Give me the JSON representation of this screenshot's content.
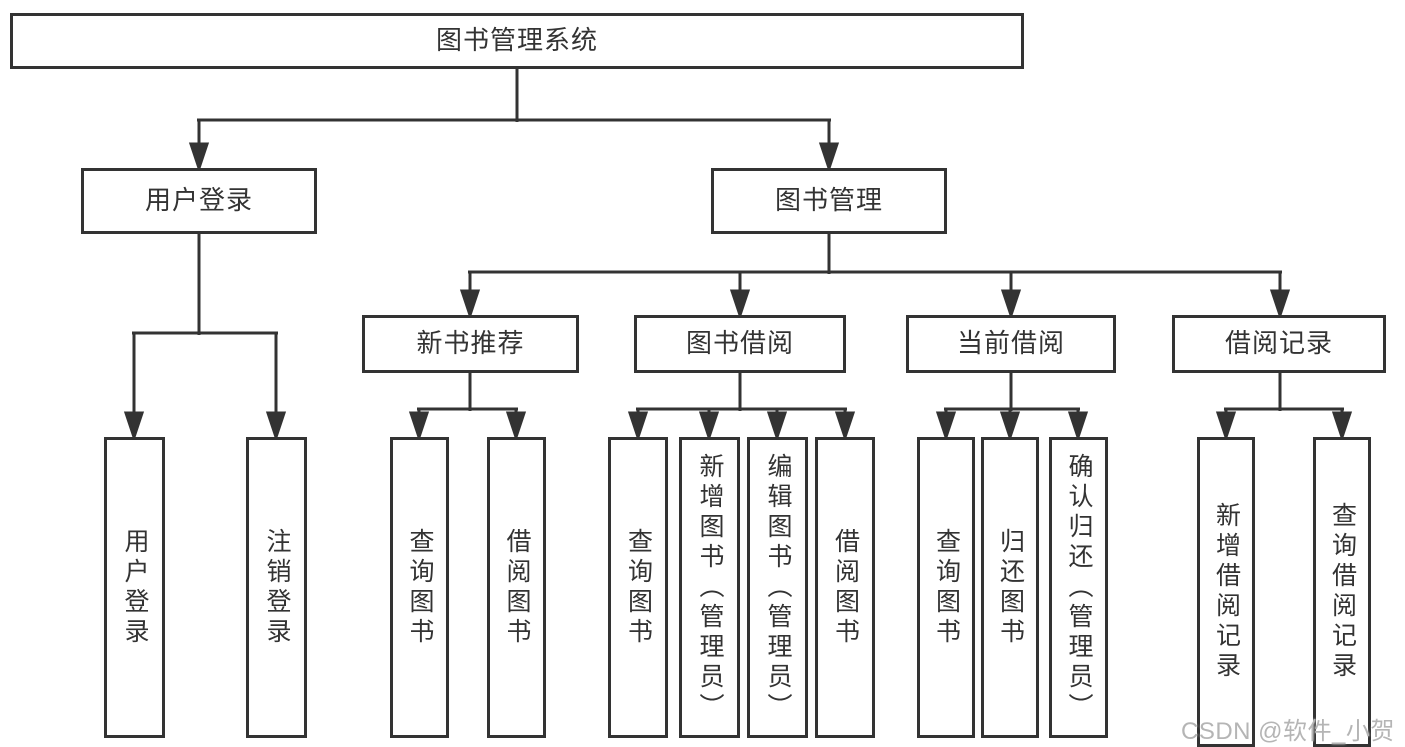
{
  "tree": {
    "label": "图书管理系统",
    "children": [
      {
        "label": "用户登录",
        "children": [
          {
            "label": "用户登录"
          },
          {
            "label": "注销登录"
          }
        ]
      },
      {
        "label": "图书管理",
        "children": [
          {
            "label": "新书推荐",
            "children": [
              {
                "label": "查询图书"
              },
              {
                "label": "借阅图书"
              }
            ]
          },
          {
            "label": "图书借阅",
            "children": [
              {
                "label": "查询图书"
              },
              {
                "label": "新增图书（管理员）"
              },
              {
                "label": "编辑图书（管理员）"
              },
              {
                "label": "借阅图书"
              }
            ]
          },
          {
            "label": "当前借阅",
            "children": [
              {
                "label": "查询图书"
              },
              {
                "label": "归还图书"
              },
              {
                "label": "确认归还（管理员）"
              }
            ]
          },
          {
            "label": "借阅记录",
            "children": [
              {
                "label": "新增借阅记录"
              },
              {
                "label": "查询借阅记录"
              }
            ]
          }
        ]
      }
    ]
  },
  "watermark": "CSDN @软件_小贺同学",
  "colors": {
    "line": "#333333",
    "box_border": "#333333",
    "text": "#333333",
    "watermark": "#b5b5b5",
    "background": "#ffffff"
  }
}
